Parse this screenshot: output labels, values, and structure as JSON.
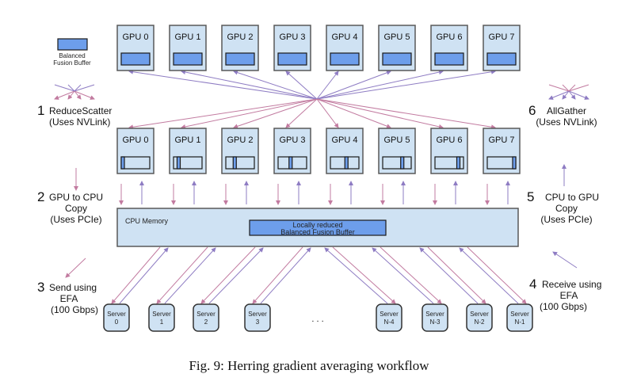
{
  "legend": {
    "label_line1": "Balanced",
    "label_line2": "Fusion Buffer",
    "buffer_color": "#6d9eeb"
  },
  "gpus": [
    "GPU 0",
    "GPU 1",
    "GPU 2",
    "GPU 3",
    "GPU 4",
    "GPU 5",
    "GPU 6",
    "GPU 7"
  ],
  "shard_positions": [
    0.0,
    0.14,
    0.29,
    0.43,
    0.57,
    0.71,
    0.86,
    1.0
  ],
  "cpu_memory": {
    "label": "CPU Memory",
    "buffer_line1": "Locally reduced",
    "buffer_line2": "Balanced Fusion Buffer"
  },
  "servers_left": [
    [
      "Server",
      "0"
    ],
    [
      "Server",
      "1"
    ],
    [
      "Server",
      "2"
    ],
    [
      "Server",
      "3"
    ]
  ],
  "servers_right": [
    [
      "Server",
      "N-4"
    ],
    [
      "Server",
      "N-3"
    ],
    [
      "Server",
      "N-2"
    ],
    [
      "Server",
      "N-1"
    ]
  ],
  "ellipsis": ". . .",
  "steps": {
    "s1": {
      "num": "1",
      "line1": "ReduceScatter",
      "line2": "(Uses NVLink)"
    },
    "s2": {
      "num": "2",
      "line1": "GPU to CPU",
      "line2": "Copy",
      "line3": "(Uses PCIe)"
    },
    "s3": {
      "num": "3",
      "line1": "Send using",
      "line2": "EFA",
      "line3": "(100 Gbps)"
    },
    "s4": {
      "num": "4",
      "line1": "Receive using",
      "line2": "EFA",
      "line3": "(100 Gbps)"
    },
    "s5": {
      "num": "5",
      "line1": "CPU to GPU",
      "line2": "Copy",
      "line3": "(Uses PCIe)"
    },
    "s6": {
      "num": "6",
      "line1": "AllGather",
      "line2": "(Uses NVLink)"
    }
  },
  "colors": {
    "send": "#c27ba0",
    "receive": "#8e7cc3",
    "box_fill": "#cfe2f3"
  },
  "caption": "Fig. 9: Herring gradient averaging workflow"
}
